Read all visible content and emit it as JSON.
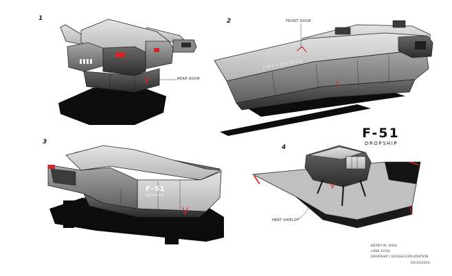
{
  "sheet": {
    "title": "F-51",
    "subtitle": "DROPSHIP",
    "hull_lettering": {
      "side_name": "DROPSHIP46",
      "nose_code": "F-51",
      "nose_name": "DROPSHIP"
    }
  },
  "panels": [
    {
      "number": "1",
      "callout": "Rear door"
    },
    {
      "number": "2",
      "callout": "Front door"
    },
    {
      "number": "3",
      "callout": ""
    },
    {
      "number": "4",
      "callout": "Heat shield?"
    }
  ],
  "signature": {
    "author": "Brady M. Dahl",
    "project": "Lone Echo",
    "description": "Dropship / Design Exploration",
    "date": "04/10/2018"
  },
  "colors": {
    "accent_red": "#cc2a2a",
    "ink": "#141414",
    "light_panel": "#cfcfcf",
    "mid_panel": "#9c9c9c",
    "dark_panel": "#4c4c4c"
  }
}
